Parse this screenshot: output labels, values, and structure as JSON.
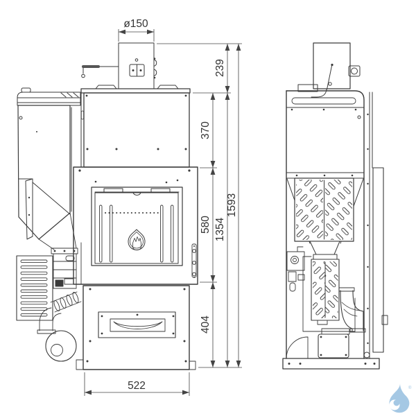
{
  "document": {
    "background_color": "#ffffff",
    "line_color": "#3a3a3a"
  },
  "dimensions": {
    "flue_diameter": "ø150",
    "flue_stub_height": "239",
    "upper_body_height": "370",
    "firebox_height": "580",
    "body_height_under_flue": "1354",
    "total_height": "1593",
    "base_height": "404",
    "base_width": "522"
  },
  "watermark": {
    "color": "#a5c8e4",
    "registered_symbol": "®"
  }
}
